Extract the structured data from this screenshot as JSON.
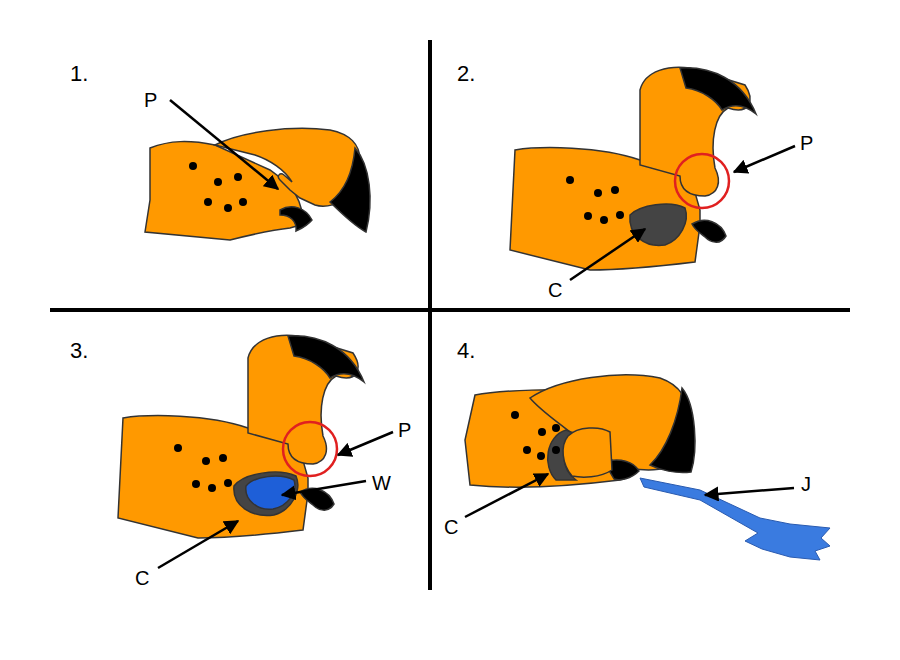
{
  "diagram": {
    "labels": [
      "1.",
      "P",
      "2.",
      "P",
      "C",
      "3.",
      "P",
      "W",
      "C",
      "4.",
      "C",
      "J"
    ]
  }
}
